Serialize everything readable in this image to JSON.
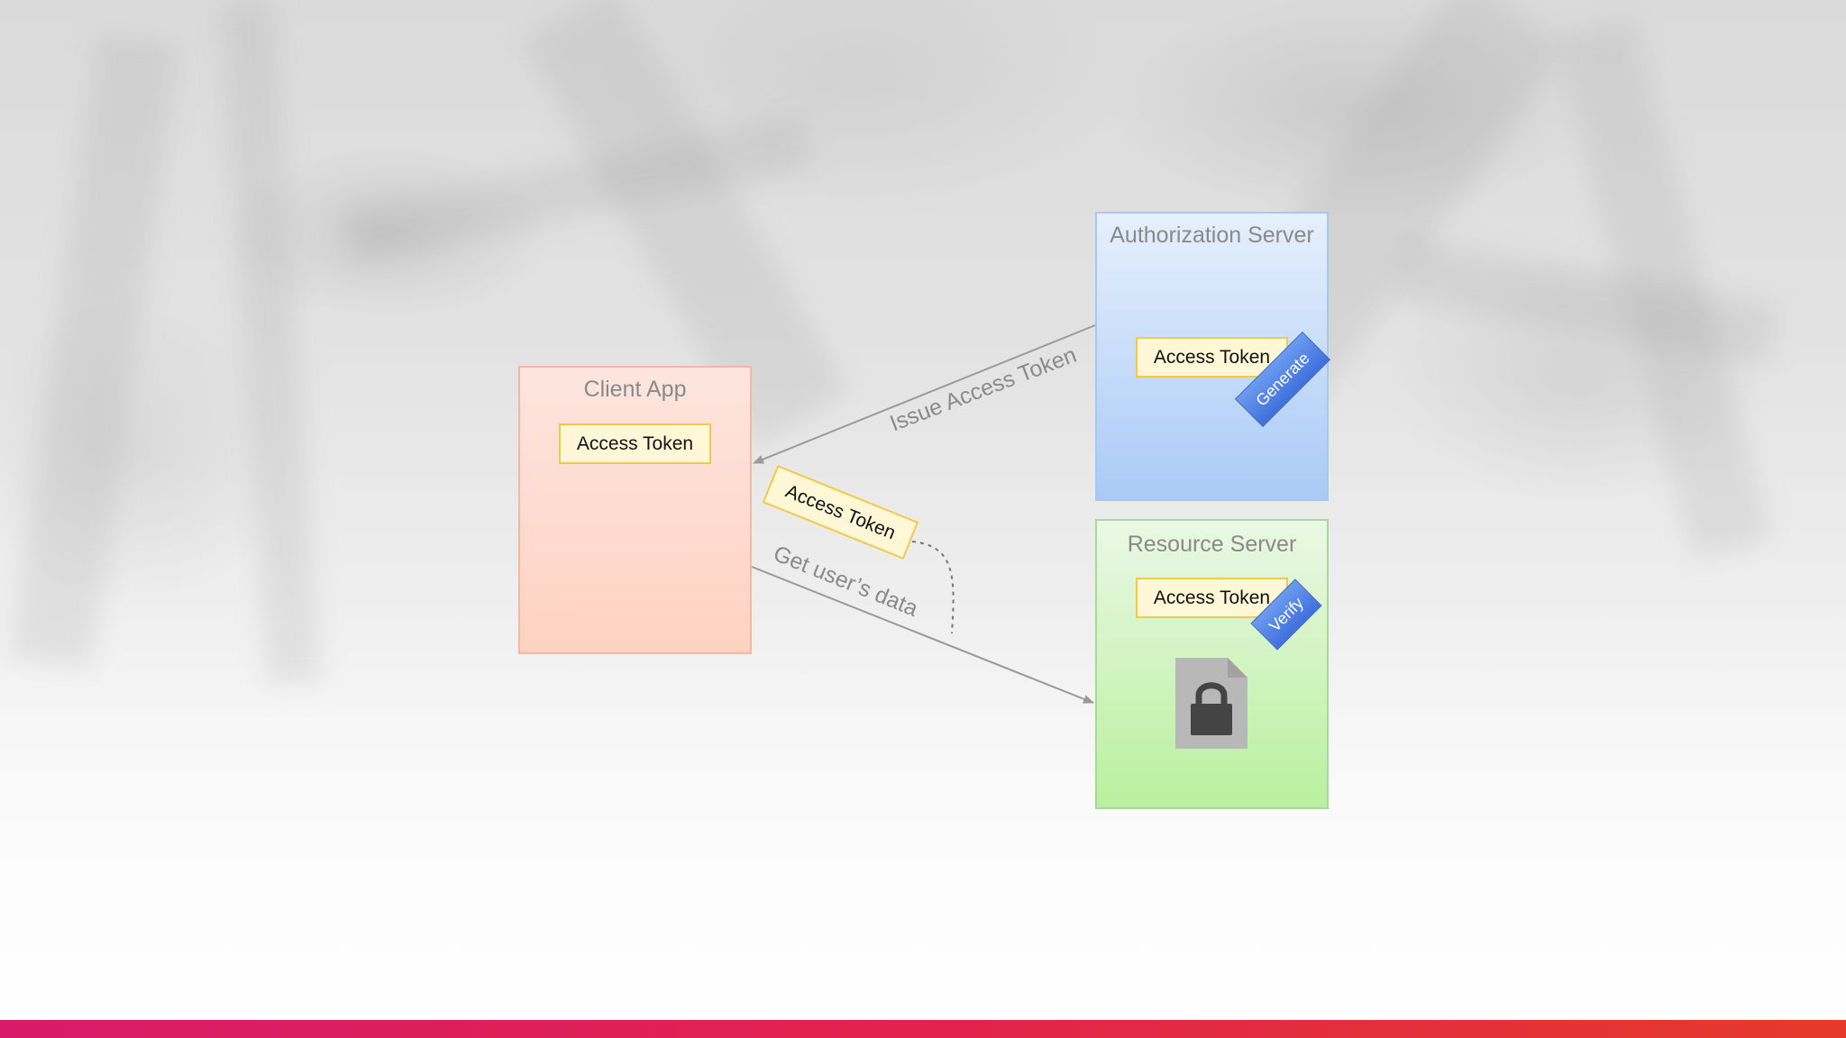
{
  "nodes": {
    "client_app": {
      "title": "Client App",
      "token": "Access Token"
    },
    "authorization_server": {
      "title": "Authorization Server",
      "token": "Access Token",
      "stamp": "Generate"
    },
    "resource_server": {
      "title": "Resource Server",
      "token": "Access Token",
      "stamp": "Verify"
    }
  },
  "edges": {
    "issue": {
      "label": "Issue Access Token",
      "from": "authorization_server",
      "to": "client_app"
    },
    "get_data": {
      "label": "Get user’s data",
      "from": "client_app",
      "to": "resource_server",
      "attachment": "Access Token"
    }
  },
  "icons": {
    "locked_document": "lock-document-icon"
  },
  "colors": {
    "client_fill": "#ffd2c2",
    "auth_fill": "#a9caf6",
    "resource_fill": "#b9f09e",
    "token_fill": "#fff7d6",
    "token_border": "#f2c94c",
    "stamp_fill": "#4f80e6",
    "bottom_bar_start": "#d91a6a",
    "bottom_bar_end": "#e6392b"
  }
}
